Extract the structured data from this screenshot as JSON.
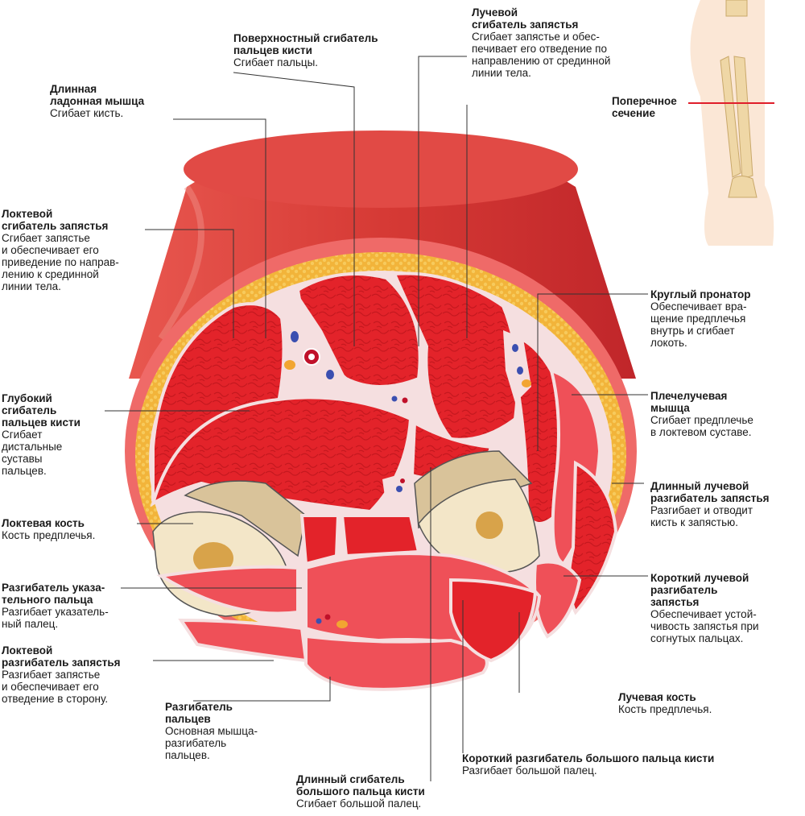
{
  "colors": {
    "muscle": "#e3232a",
    "muscle_light": "#ef5058",
    "skin": "#e8494a",
    "fat": "#f2b43a",
    "fascia": "#f5dfe0",
    "bone": "#f3e6c8",
    "marrow": "#d8a34a",
    "line": "#333333"
  },
  "inset": {
    "label": "Поперечное\nсечение"
  },
  "labels": {
    "palmaris": {
      "title": "Длинная\nладонная мышца",
      "desc": "Сгибает кисть."
    },
    "fds": {
      "title": "Поверхностный сгибатель\nпальцев кисти",
      "desc": "Сгибает пальцы."
    },
    "fcr": {
      "title": "Лучевой\nсгибатель запястья",
      "desc": "Сгибает запястье и обес-\nпечивает его отведение по\nнаправлению от срединной\nлинии тела."
    },
    "fcu": {
      "title": "Локтевой\nсгибатель запястья",
      "desc": "Сгибает запястье\nи обеспечивает его\nприведение по направ-\nлению к срединной\nлинии тела."
    },
    "pronator": {
      "title": "Круглый пронатор",
      "desc": "Обеспечивает вра-\nщение предплечья\nвнутрь и сгибает\nлокоть."
    },
    "fdp": {
      "title": "Глубокий\nсгибатель\nпальцев кисти",
      "desc": "Сгибает\nдистальные\nсуставы\nпальцев."
    },
    "brachiorad": {
      "title": "Плечелучевая\nмышца",
      "desc": "Сгибает предплечье\nв локтевом суставе."
    },
    "ecrl": {
      "title": "Длинный лучевой\nразгибатель запястья",
      "desc": "Разгибает и отводит\nкисть к запястью."
    },
    "ulna": {
      "title": "Локтевая кость",
      "desc": "Кость предплечья."
    },
    "ecrb": {
      "title": "Короткий лучевой\nразгибатель\nзапястья",
      "desc": "Обеспечивает устой-\nчивость запястья при\nсогнутых пальцах."
    },
    "ext_index": {
      "title": "Разгибатель указа-\nтельного пальца",
      "desc": "Разгибает указатель-\nный палец."
    },
    "ecu": {
      "title": "Локтевой\nразгибатель запястья",
      "desc": "Разгибает запястье\nи обеспечивает его\nотведение в сторону."
    },
    "radius": {
      "title": "Лучевая кость",
      "desc": "Кость предплечья."
    },
    "ext_dig": {
      "title": "Разгибатель\nпальцев",
      "desc": "Основная мышца-\nразгибатель\nпальцев."
    },
    "epb": {
      "title": "Короткий разгибатель большого пальца кисти",
      "desc": "Разгибает большой палец."
    },
    "fpl": {
      "title": "Длинный сгибатель\nбольшого пальца кисти",
      "desc": "Сгибает большой палец."
    }
  }
}
